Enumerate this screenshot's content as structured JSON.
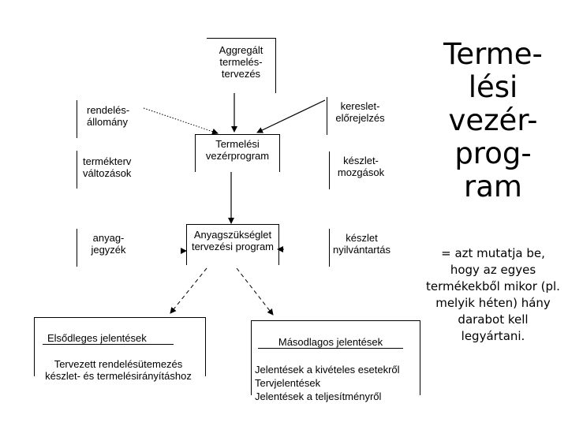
{
  "boxes": {
    "aggregalt": "Aggregált\ntermelés-\ntervezés",
    "rendelesallomany": "rendelés-\nállomány",
    "keresletelorejelzes": "kereslet-\nelőrejelzés",
    "termeklesi": "Termelési\nvezérprogram",
    "termekterv": "termékterv\nváltozások",
    "keszletmozgasok": "készlet-\nmozgások",
    "anyagjegyzek": "anyag-\njegyzék",
    "anyagszukseglet": "Anyagszükséglet\ntervezési program",
    "keszletnyilvantartas": "készlet\nnyilvántartás",
    "elsodleges_header": "Elsődleges jelentések",
    "elsodleges_body": "Tervezett rendelésütemezés\nkészlet- és termelésirányításhoz",
    "masodlagos_header": "Másodlagos jelentések",
    "masodlagos_body": "Jelentések a kivételes esetekről\nTervjelentések\nJelentések a teljesítményről"
  },
  "title": "Terme-\nlési\nvezér-\nprog-\nram",
  "description": "= azt mutatja be, hogy az egyes termékekből mikor (pl. melyik héten) hány darabot kell legyártani."
}
